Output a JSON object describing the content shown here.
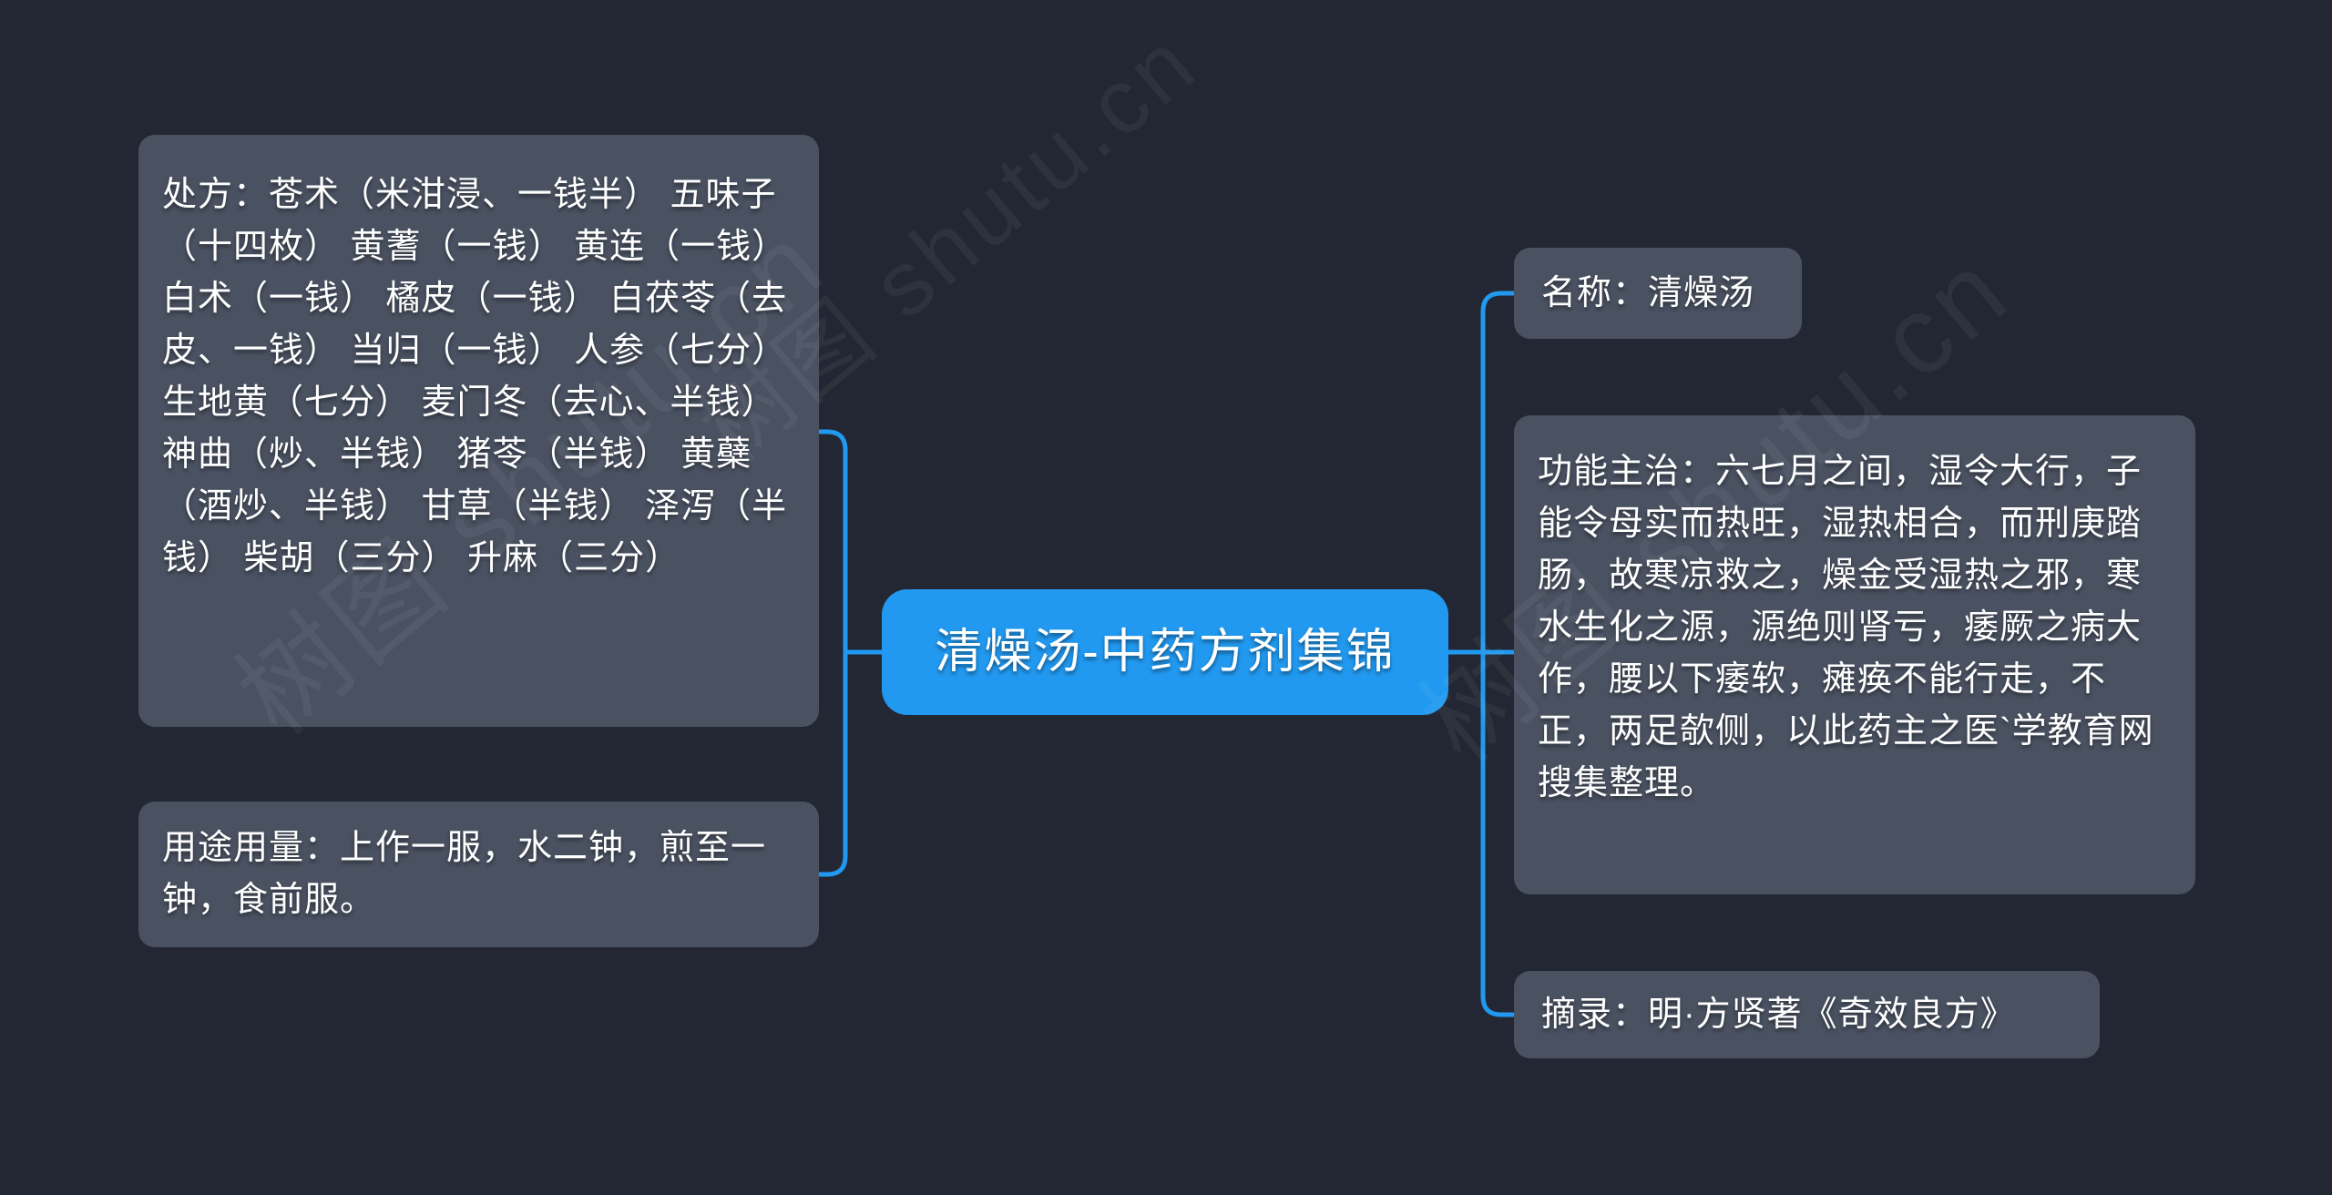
{
  "colors": {
    "background": "#222733",
    "branch_box": "#4a5262",
    "root_box": "#2199f0",
    "connector": "#2199f0",
    "text": "#ffffff"
  },
  "watermark": {
    "text": "树图 shutu.cn"
  },
  "mindmap": {
    "root": {
      "label": "清燥汤-中药方剂集锦"
    },
    "left_nodes": [
      {
        "id": "prescription",
        "label": "处方：苍术（米泔浸、一钱半） 五味子（十四枚） 黄蓍（一钱） 黄连（一钱） 白术（一钱） 橘皮（一钱） 白茯苓（去皮、一钱） 当归（一钱） 人参（七分） 生地黄（七分） 麦门冬（去心、半钱） 神曲（炒、半钱） 猪苓（半钱） 黄蘗（酒炒、半钱） 甘草（半钱） 泽泻（半钱） 柴胡（三分） 升麻（三分）"
      },
      {
        "id": "usage",
        "label": "用途用量：上作一服，水二钟，煎至一钟，食前服。"
      }
    ],
    "right_nodes": [
      {
        "id": "name",
        "label": "名称：清燥汤"
      },
      {
        "id": "indications",
        "label": "功能主治：六七月之间，湿令大行，子能令母实而热旺，湿热相合，而刑庚踏肠，故寒凉救之，燥金受湿热之邪，寒水生化之源，源绝则肾亏，痿厥之病大作，腰以下痿软，瘫痪不能行走，不正，两足欹侧，以此药主之医`学教育网搜集整理。"
      },
      {
        "id": "excerpt",
        "label": "摘录：明·方贤著《奇效良方》"
      }
    ]
  }
}
